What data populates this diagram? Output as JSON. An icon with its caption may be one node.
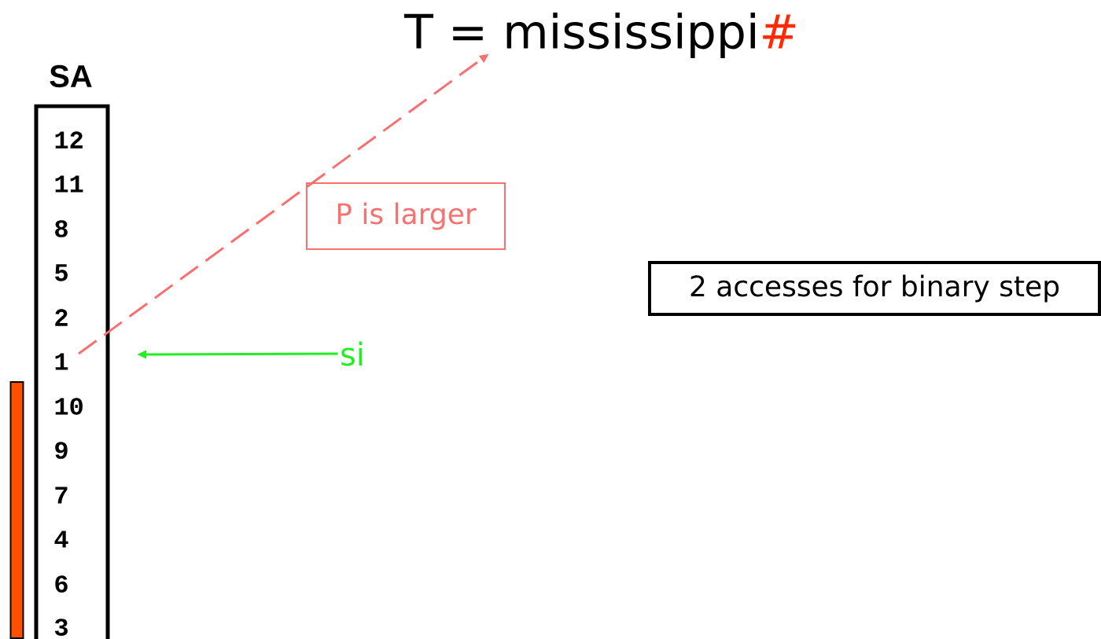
{
  "diagram": {
    "nodes": [
      {
        "text": [
          "T = mississippi",
          "#"
        ]
      },
      {
        "text": [
          "SA"
        ]
      },
      {
        "text": [
          "12"
        ],
        "in": 1
      },
      {
        "text": [
          "11"
        ],
        "in": 1
      },
      {
        "text": [
          "8"
        ],
        "in": 1
      },
      {
        "text": [
          "5"
        ],
        "in": 1
      },
      {
        "text": [
          "2"
        ],
        "in": 1
      },
      {
        "text": [
          "1"
        ],
        "in": 1
      },
      {
        "text": [
          "10"
        ],
        "in": 1
      },
      {
        "text": [
          "9"
        ],
        "in": 1
      },
      {
        "text": [
          "7"
        ],
        "in": 1
      },
      {
        "text": [
          "4"
        ],
        "in": 1
      },
      {
        "text": [
          "6"
        ],
        "in": 1
      },
      {
        "text": [
          "3"
        ],
        "in": 1
      },
      {
        "text": [],
        "shape": "bar"
      },
      {
        "text": [
          "P is larger"
        ]
      },
      {
        "text": [
          "si"
        ]
      },
      {
        "text": [
          "2 accesses for binary step"
        ]
      }
    ],
    "edges": [
      {
        "from": 7,
        "to": 0,
        "arrow": "to",
        "style": "dashed",
        "color": "#f87070"
      },
      {
        "from": 16,
        "to": 7,
        "arrow": "to",
        "color": "#22ee22"
      }
    ]
  }
}
